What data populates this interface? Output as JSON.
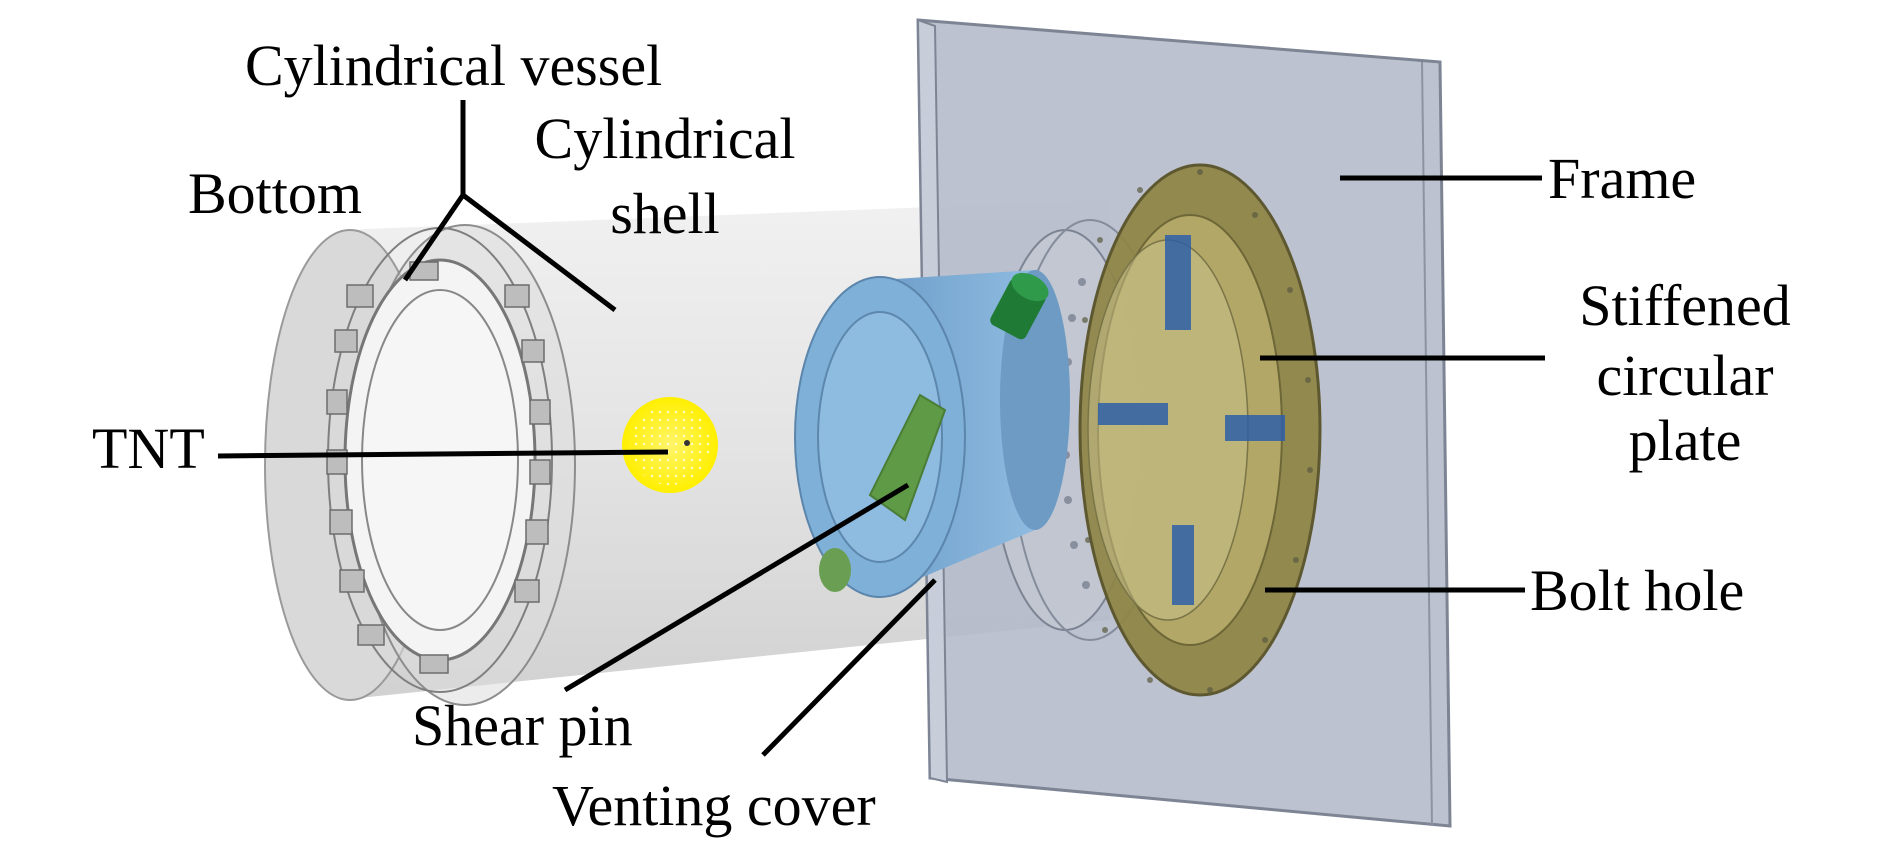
{
  "labels": {
    "cylindrical_vessel": "Cylindrical vessel",
    "cylindrical_shell_1": "Cylindrical",
    "cylindrical_shell_2": "shell",
    "bottom": "Bottom",
    "tnt": "TNT",
    "shear_pin": "Shear pin",
    "venting_cover": "Venting cover",
    "frame": "Frame",
    "stiffened_plate_1": "Stiffened",
    "stiffened_plate_2": "circular",
    "stiffened_plate_3": "plate",
    "bolt_hole": "Bolt hole"
  },
  "colors": {
    "tnt": "#ffff1a",
    "venting_cover": "#7fb0d8",
    "shear_pin": "#5f9a46",
    "frame": "#b3bac8",
    "plate": "#8e8444",
    "stiffener": "#2e5fa8",
    "vessel": "#d6d6d6"
  }
}
